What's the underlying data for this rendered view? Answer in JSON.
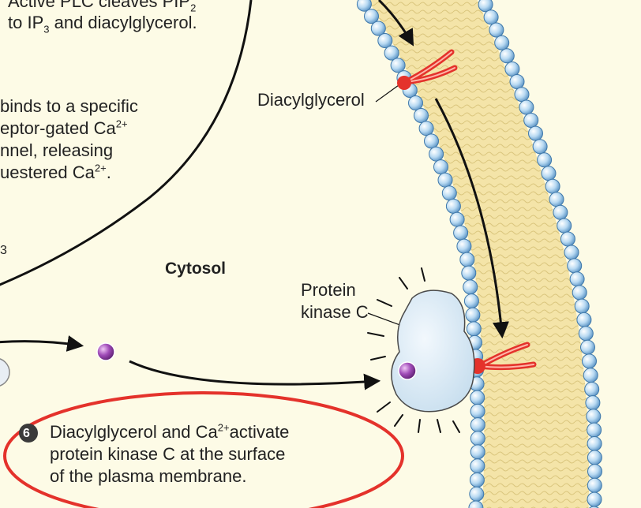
{
  "figure": {
    "top_text": {
      "line1": "Active PLC cleaves PIP",
      "line1_sub": "2",
      "line2_a": "to IP",
      "line2_sub": "3",
      "line2_b": " and diacylglycerol."
    },
    "left_text": {
      "line1": "binds to a specific",
      "line2_a": "eptor-gated Ca",
      "line2_sup": "2+",
      "line3": "nnel, releasing",
      "line4_a": "uestered Ca",
      "line4_sup": "2+",
      "line4_b": "."
    },
    "left_fragment": "3",
    "labels": {
      "diacylglycerol": "Diacylglycerol",
      "cytosol": "Cytosol",
      "pkc_line1": "Protein",
      "pkc_line2": "kinase C"
    },
    "step6": {
      "number": "6",
      "line1_a": "Diacylglycerol and Ca",
      "line1_sup": "2+",
      "line1_b": "activate",
      "line2": "protein kinase C at the surface",
      "line3": "of the plasma membrane."
    },
    "colors": {
      "background": "#fdfbe6",
      "membrane_core": "#f4e4a8",
      "lipid_head": "#9cc8ea",
      "dag": "#e4322b",
      "pkc": "#d6e9f6",
      "calcium": "#8b3a9e",
      "highlight_oval": "#e4322b"
    }
  }
}
